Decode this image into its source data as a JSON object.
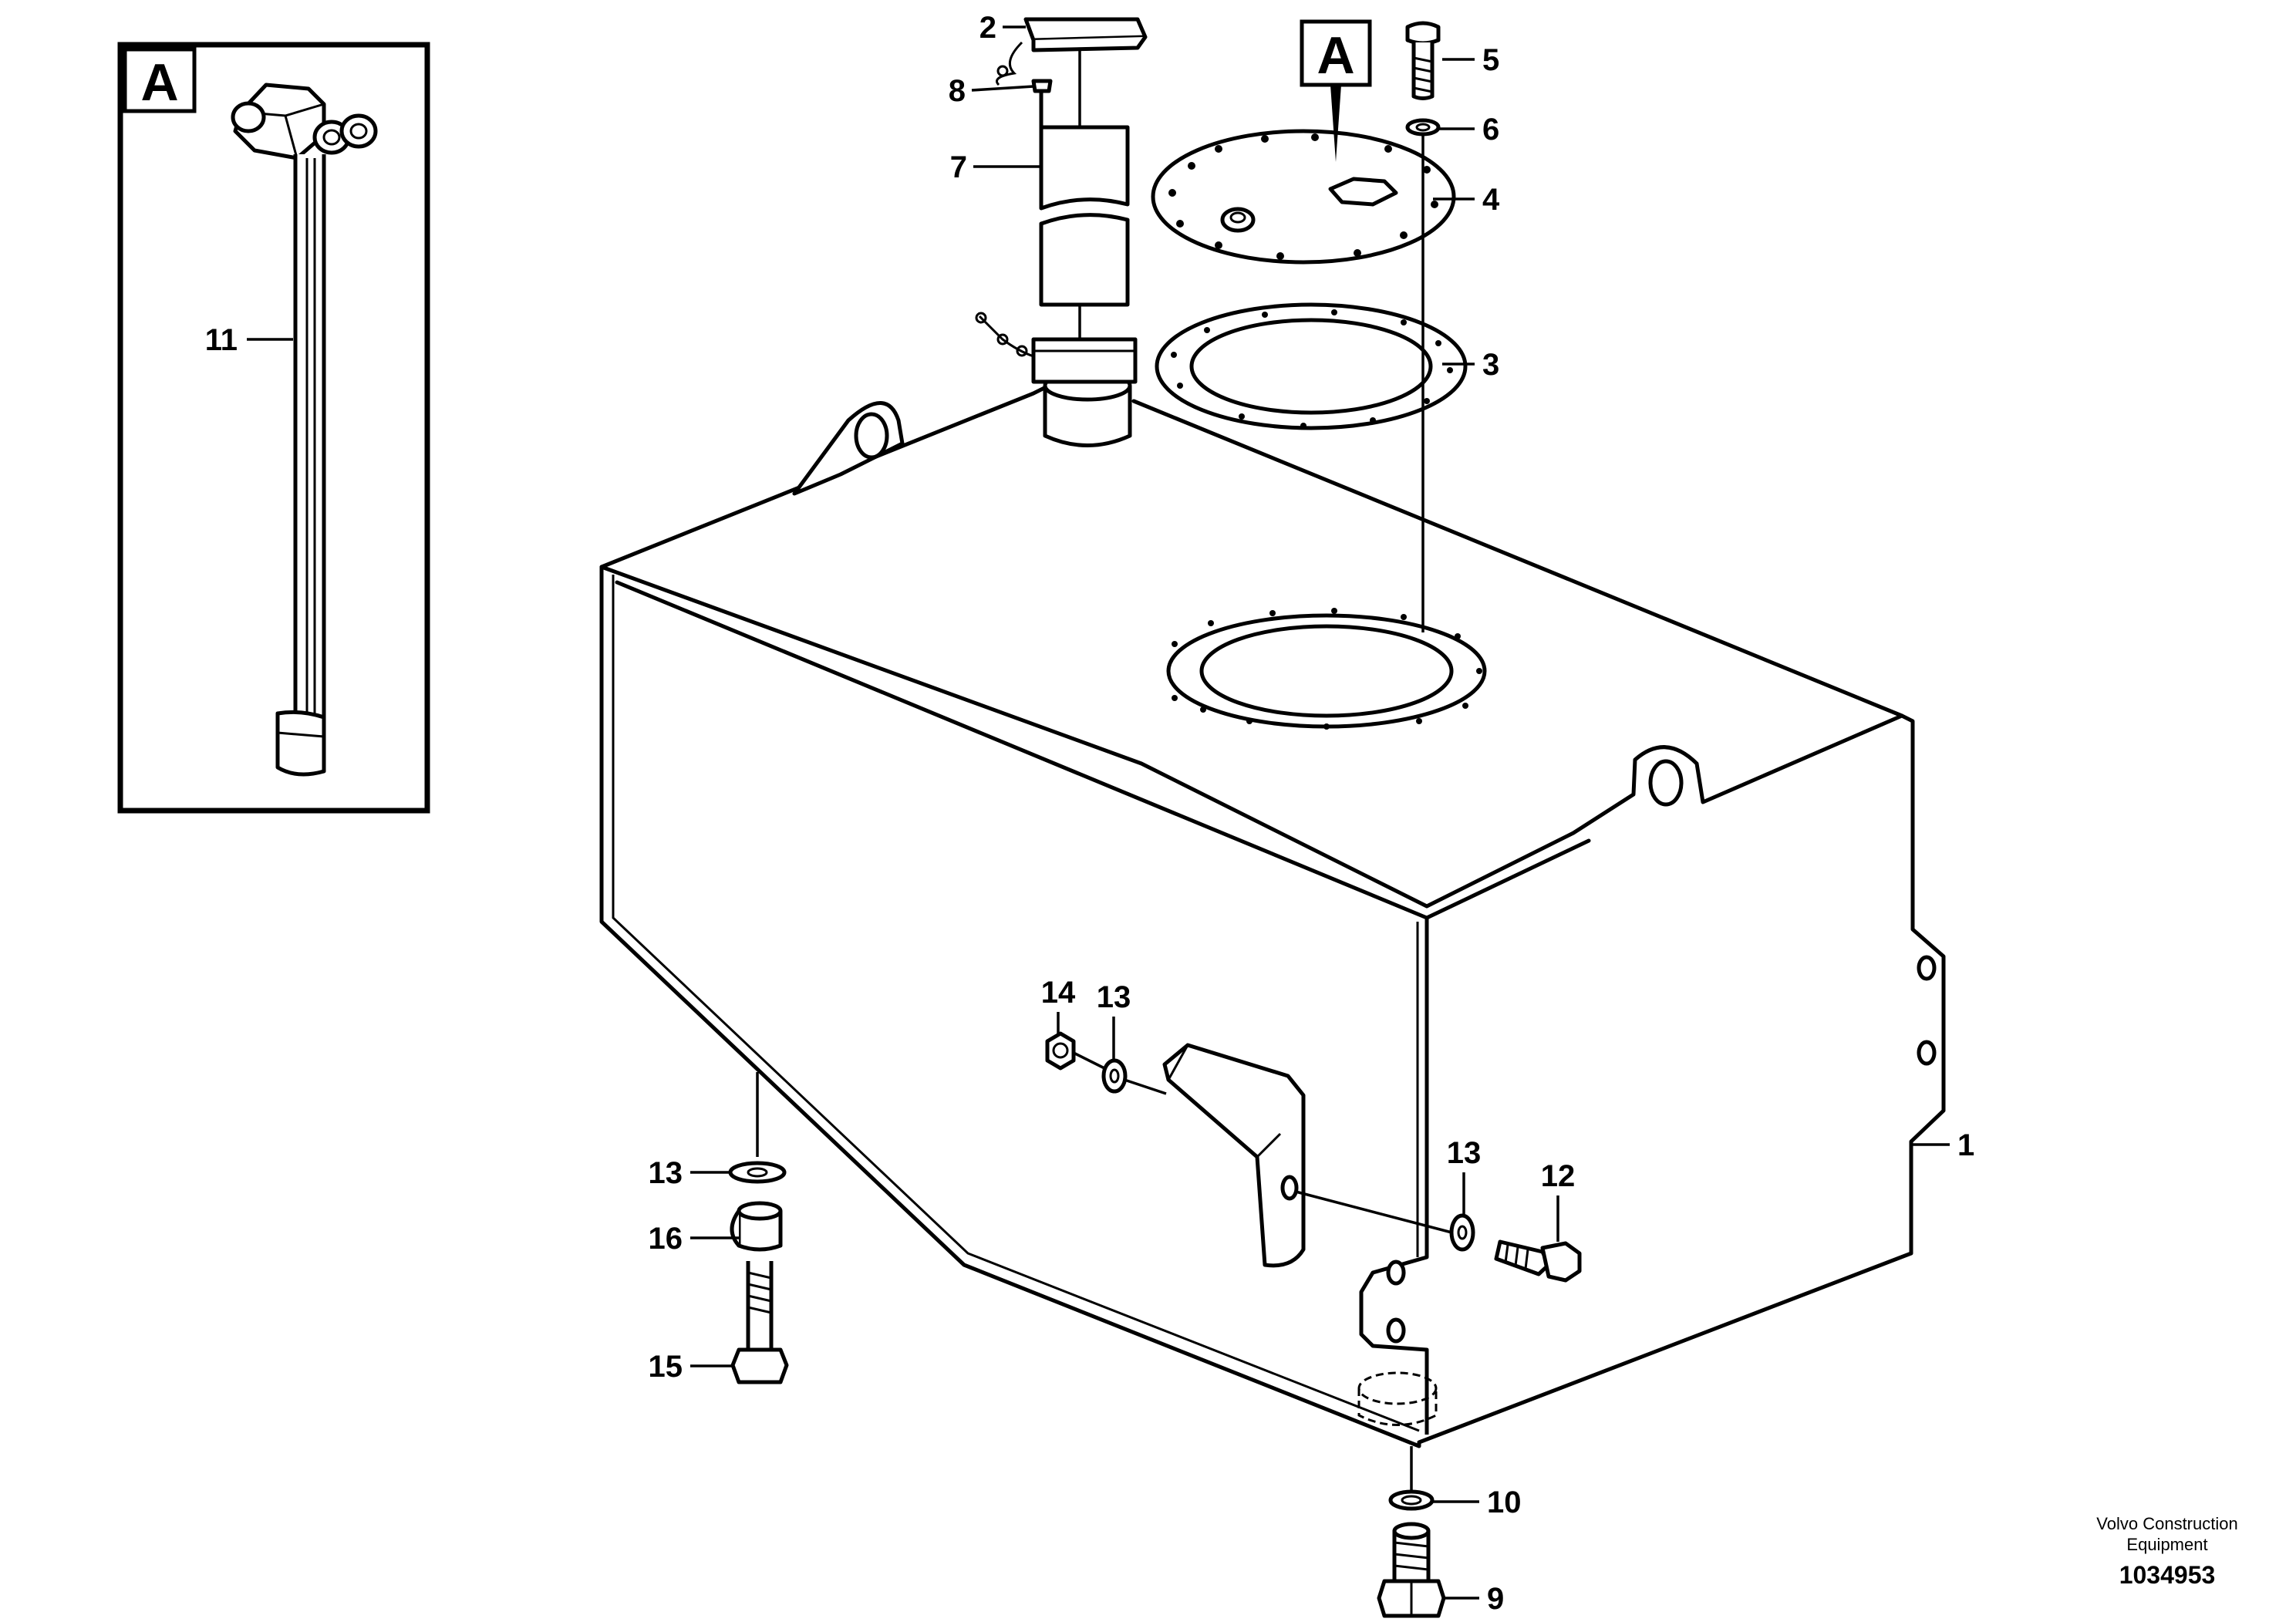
{
  "detail_view": {
    "callout": "A"
  },
  "main_view": {
    "callout": "A"
  },
  "labels": {
    "p1": "1",
    "p2": "2",
    "p3": "3",
    "p4": "4",
    "p5": "5",
    "p6": "6",
    "p7": "7",
    "p8": "8",
    "p9": "9",
    "p10": "10",
    "p11": "11",
    "p12": "12",
    "p13a": "13",
    "p13b": "13",
    "p13c": "13",
    "p14": "14",
    "p15": "15",
    "p16": "16"
  },
  "footer": {
    "company_line1": "Volvo Construction",
    "company_line2": "Equipment",
    "drawing_number": "1034953"
  }
}
